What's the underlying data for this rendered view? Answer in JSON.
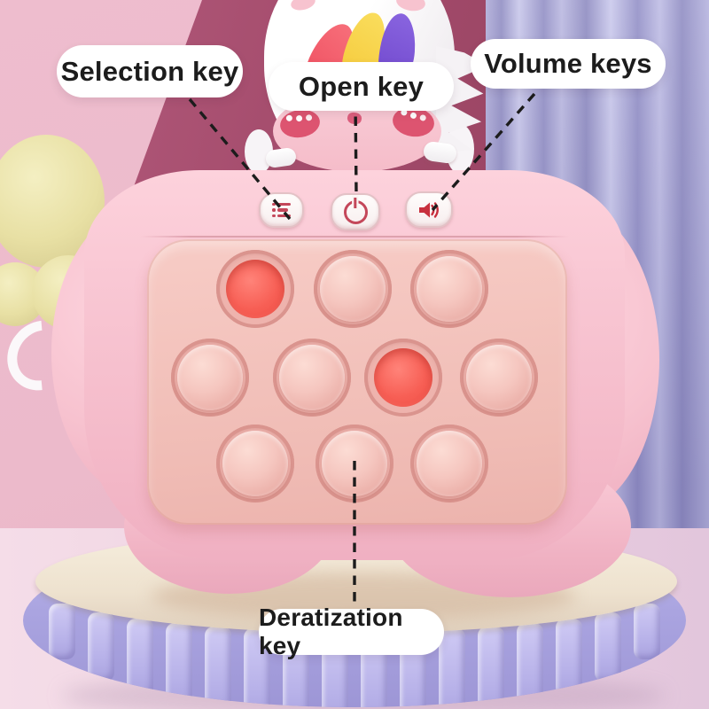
{
  "callouts": {
    "selection": "Selection key",
    "open": "Open key",
    "volume": "Volume keys",
    "deratization": "Deratization key"
  },
  "device": {
    "buttons": [
      {
        "id": "selection",
        "icon": "menu-list-icon"
      },
      {
        "id": "power",
        "icon": "power-icon"
      },
      {
        "id": "volume",
        "icon": "speaker-icon"
      }
    ],
    "pop_grid": {
      "rows": [
        [
          "pressed",
          "normal",
          "normal"
        ],
        [
          "normal",
          "normal",
          "pressed",
          "normal"
        ],
        [
          "normal",
          "normal",
          "normal"
        ]
      ]
    }
  },
  "palette": {
    "wall_pink": "#ecbacb",
    "rose_wedge": "#a34b6b",
    "curtain_purple": "#a3a0d2",
    "floor_pink": "#eed3e2",
    "console_pink": "#f6bfcc",
    "panel_pink": "#f2c0ba",
    "bubble_pink": "#f5c6bf",
    "bubble_pressed_red": "#f75f55",
    "button_icon_red": "#c4475a",
    "pedestal_top_cream": "#eee2cf",
    "pedestal_side_lavender": "#aaa4e0",
    "balloon_yellow": "#e8e0a4",
    "label_bg": "#ffffff",
    "label_text": "#1c1c1c"
  }
}
